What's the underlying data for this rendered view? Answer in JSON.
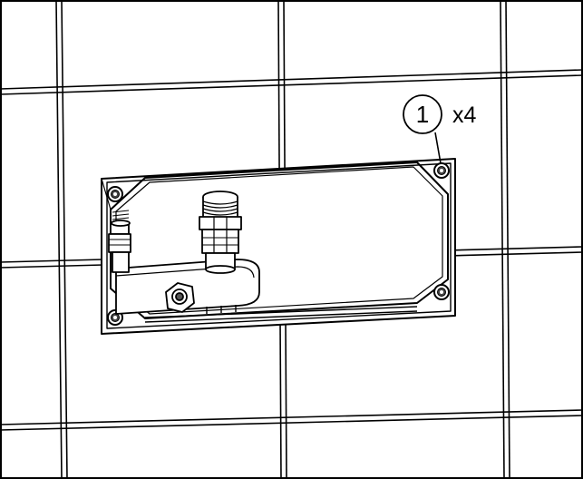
{
  "figure": {
    "subject": "installation-panel-on-tiled-wall",
    "callout": {
      "number": "1",
      "quantity": "x4"
    },
    "icons": [
      "screw-icon",
      "valve-fitting-icon",
      "pipe-nut-icon"
    ]
  }
}
